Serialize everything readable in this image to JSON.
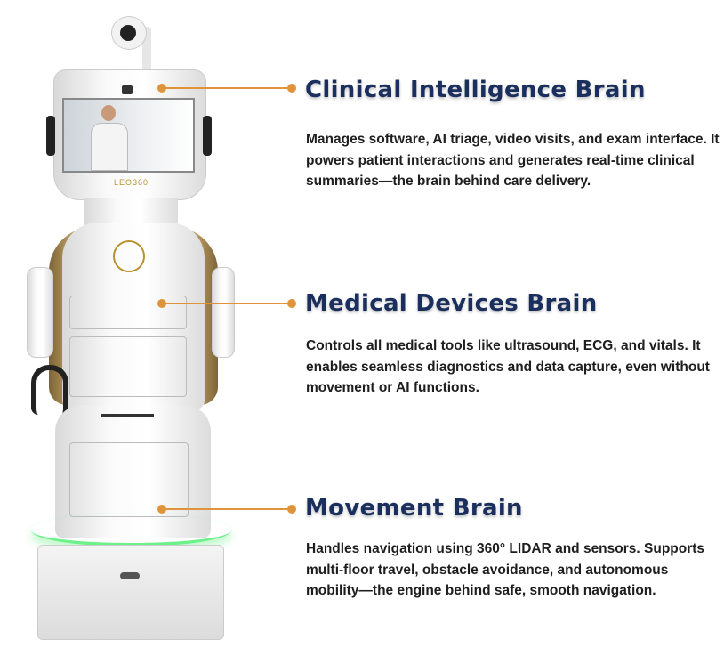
{
  "robot": {
    "brand_label": "LEO360"
  },
  "sections": [
    {
      "title": "Clinical Intelligence Brain",
      "description": "Manages software, AI triage, video visits, and exam interface. It powers patient interactions and generates real-time clinical summaries—the brain behind care delivery."
    },
    {
      "title": "Medical Devices Brain",
      "description": "Controls all medical tools like ultrasound, ECG, and vitals. It enables seamless diagnostics and data capture, even without movement or AI functions."
    },
    {
      "title": "Movement Brain",
      "description": "Handles navigation using 360° LIDAR and sensors. Supports multi-floor travel, obstacle avoidance, and autonomous mobility—the engine behind safe, smooth navigation."
    }
  ],
  "colors": {
    "title": "#1b2f5e",
    "accent": "#e0943a",
    "text": "#1e1e1e",
    "gold": "#a9874a",
    "led": "#6ef08a"
  }
}
